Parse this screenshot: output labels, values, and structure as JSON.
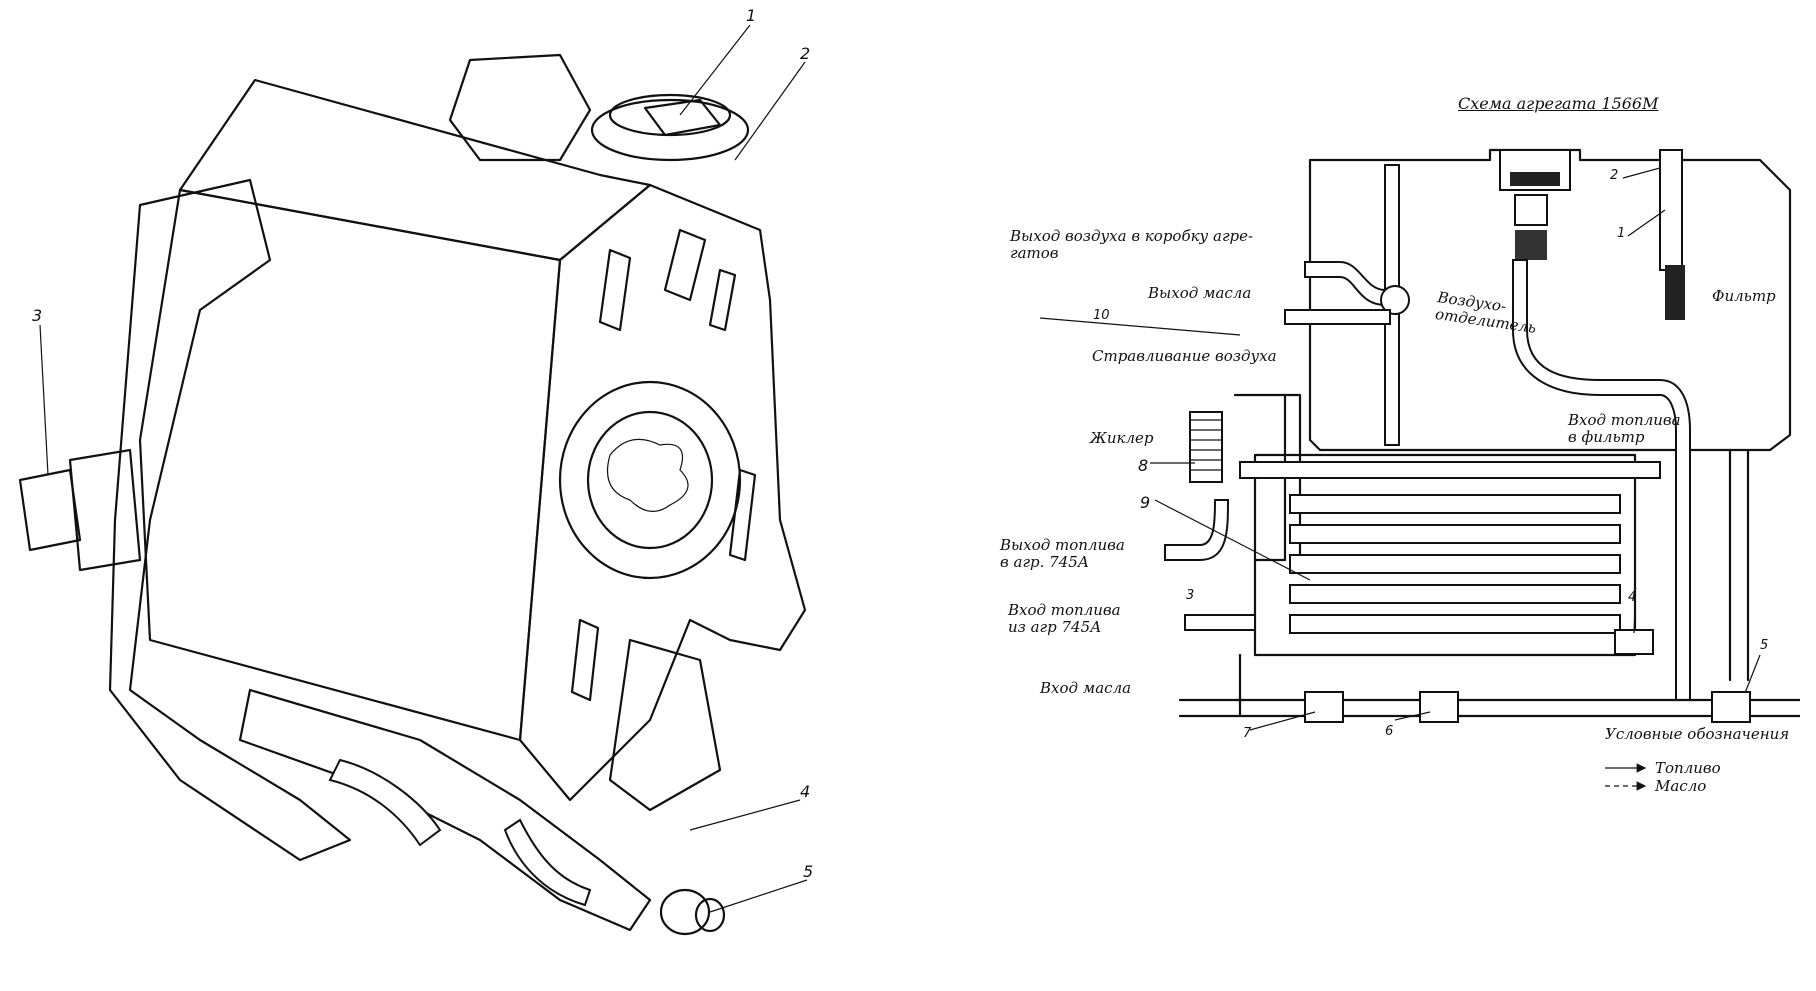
{
  "left_callouts": [
    "1",
    "2",
    "3",
    "4",
    "5"
  ],
  "schematic": {
    "title": "Схема агрегата 1566М",
    "labels": {
      "air_out_line1": "Выход воздуха в коробку агре-",
      "air_out_line2": "гатов",
      "oil_out": "Выход масла",
      "air_bleed": "Стравливание воздуха",
      "jet": "Жиклер",
      "air_sep_line1": "Воздухо-",
      "air_sep_line2": "отделитель",
      "filter": "Фильтр",
      "fuel_in_filter_line1": "Вход топлива",
      "fuel_in_filter_line2": "в фильтр",
      "fuel_out_line1": "Выход топлива",
      "fuel_out_line2": "в агр. 745А",
      "fuel_in_line1": "Вход топлива",
      "fuel_in_line2": "из агр 745А",
      "oil_in": "Вход масла"
    },
    "callouts": [
      "1",
      "2",
      "3",
      "4",
      "5",
      "6",
      "7",
      "8",
      "9",
      "10"
    ],
    "legend": {
      "title": "Условные обозначения",
      "fuel": "Топливо",
      "oil": "Масло"
    }
  }
}
